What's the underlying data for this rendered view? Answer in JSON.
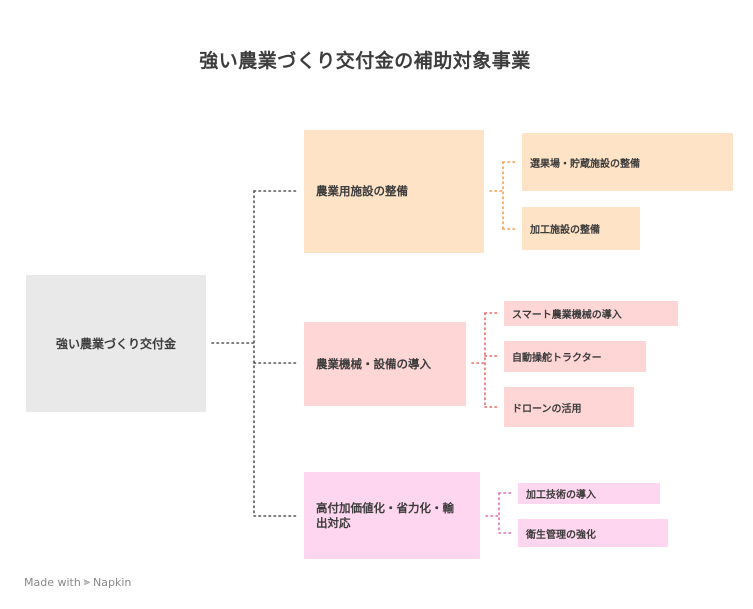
{
  "title": "強い農業づくり交付金の補助対象事業",
  "root": {
    "label": "強い農業づくり交付金"
  },
  "branches": [
    {
      "label": "農業用施設の整備",
      "color": "#ffe3c6",
      "line_color": "#f0a050",
      "children": [
        "選果場・貯蔵施設の整備",
        "加工施設の整備"
      ]
    },
    {
      "label": "農業機械・設備の導入",
      "color": "#ffd6d6",
      "line_color": "#e86a6a",
      "children": [
        "スマート農業機械の導入",
        "自動操舵トラクター",
        "ドローンの活用"
      ]
    },
    {
      "label": "高付加価値化・省力化・輸出対応",
      "color": "#ffd6ef",
      "line_color": "#e070b0",
      "children": [
        "加工技術の導入",
        "衛生管理の強化"
      ]
    }
  ],
  "footer": {
    "made_with": "Made with",
    "brand": "Napkin",
    "icon": "napkin-icon"
  }
}
